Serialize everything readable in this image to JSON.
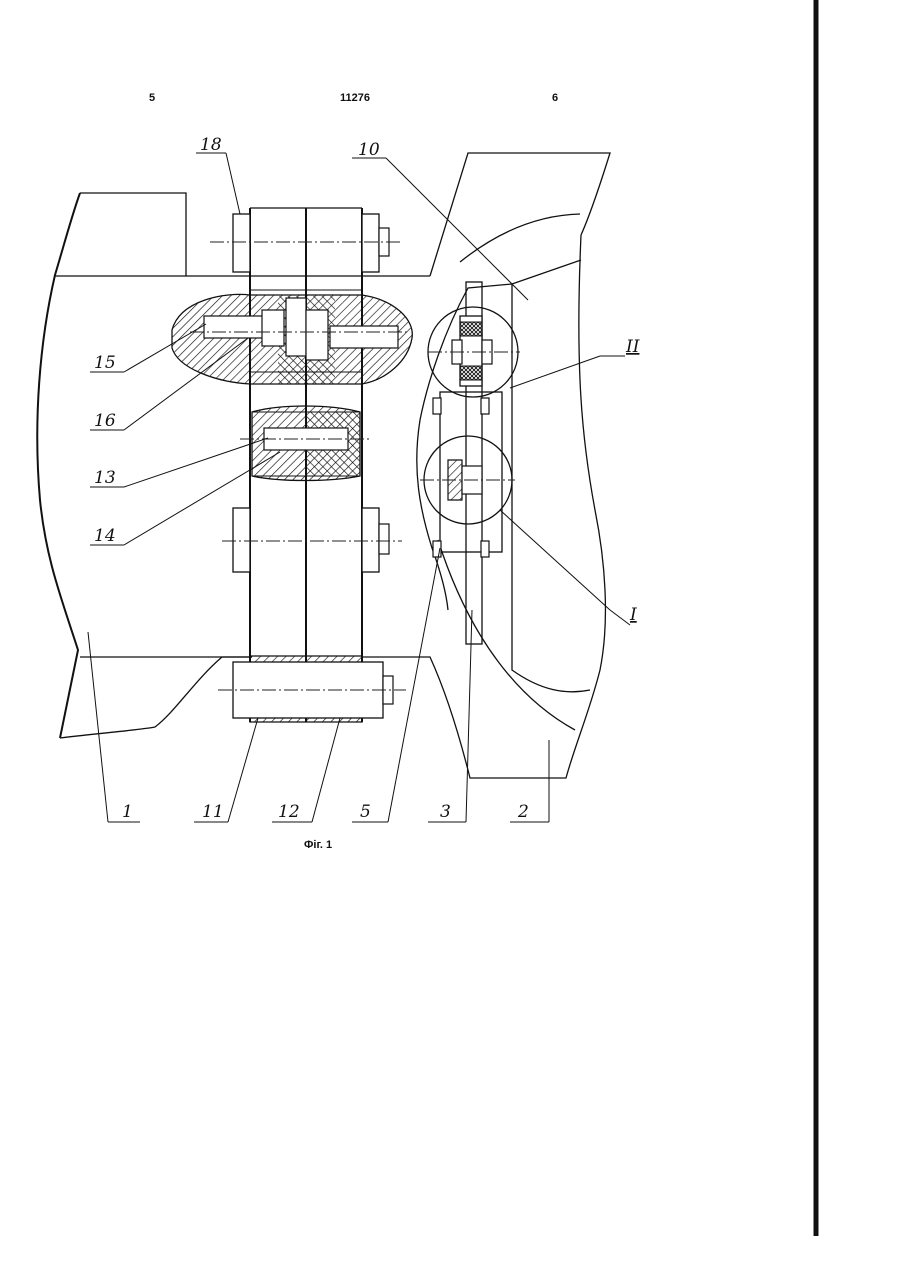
{
  "header": {
    "left_page": "5",
    "patent_number": "11276",
    "right_page": "6"
  },
  "figure": {
    "caption": "Фіг. 1",
    "labels": {
      "l18": "18",
      "l10": "10",
      "l15": "15",
      "l16": "16",
      "l13": "13",
      "l14": "14",
      "l1": "1",
      "l11": "11",
      "l12": "12",
      "l5": "5",
      "l3": "3",
      "l2": "2",
      "lII": "II",
      "lI": "I"
    }
  }
}
